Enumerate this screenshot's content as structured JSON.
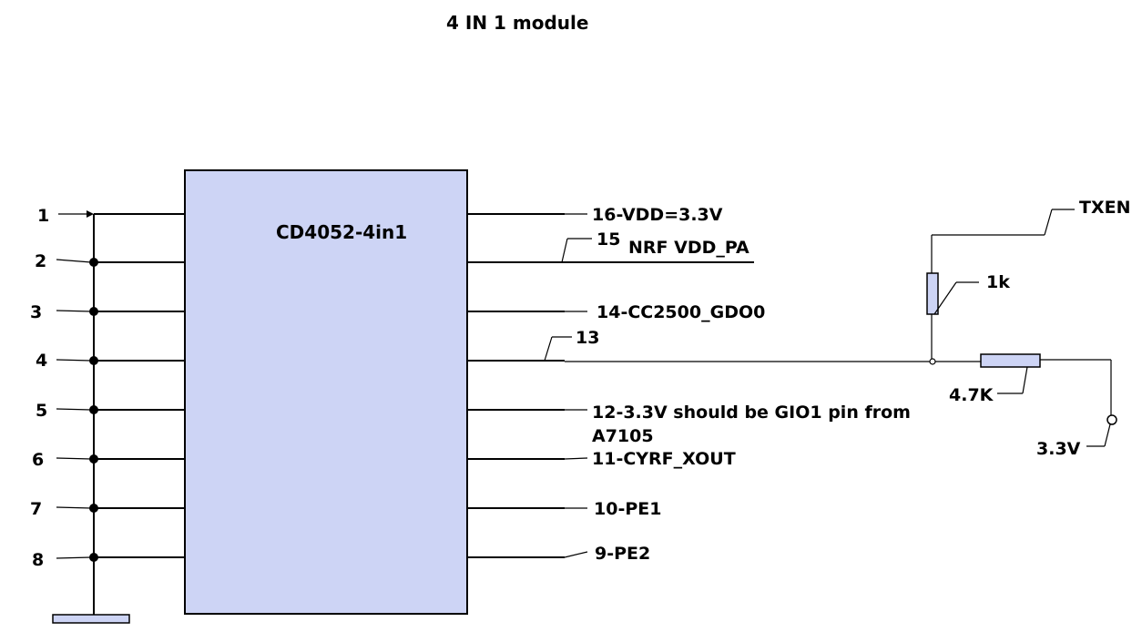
{
  "title": "4 IN 1 module",
  "chip": {
    "label": "CD4052-4in1",
    "fill_color": "#cdd4f5"
  },
  "left_pins": [
    "1",
    "2",
    "3",
    "4",
    "5",
    "6",
    "7",
    "8"
  ],
  "right_pins": {
    "p16": "16-VDD=3.3V",
    "p15_num": "15",
    "p15_name": "NRF VDD_PA",
    "p14": "14-CC2500_GDO0",
    "p13": "13",
    "p12_line1": "12-3.3V should be GIO1  pin from",
    "p12_line2": "A7105",
    "p11": "11-CYRF_XOUT",
    "p10": "10-PE1",
    "p9": "9-PE2"
  },
  "components": {
    "txen": "TXEN",
    "r1": "1k",
    "r2": "4.7K",
    "supply": "3.3V"
  },
  "colors": {
    "wire": "#000000",
    "component_fill": "#cdd4f5"
  }
}
